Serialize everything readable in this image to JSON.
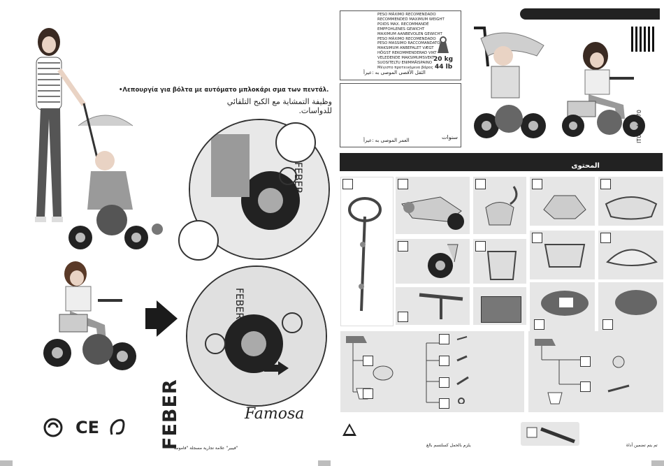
{
  "left": {
    "caption_greek": "•Λεπουργία για βόλτα με αυτόματο μπλοκάρι σμα των πεντάλ.",
    "caption_arabic": "وظيفة التمشاية مع الكبح التلقائي للدواسات.",
    "brand_feber": "FEBER",
    "feber_note": "\"فيبير\" علامة تجارية مسجلة \"فاموسا\"",
    "brand_famosa": "Famosa"
  },
  "right": {
    "warning_lines": [
      "PESO MÁXIMO RECOMENDADO",
      "RECOMMENDED MAXIMUM WEIGHT",
      "POIDS MAX. RECOMMANDÉ",
      "EMPFOHLENES GEWICHT",
      "MAXIMUM AANBEVOLEN GEWICHT",
      "PESO MÁXIMO RECOMENDADO",
      "PESO MASSIMO RACCOMANDATO",
      "MAKSIMUM ANBEFALET VÆGT",
      "HÖGST REKOMMENDERAD VIKT",
      "VELEDENDE MAKSIMUMSVEKT",
      "SUOSITELTU ENIMMÄISPAINO",
      "Μέγιστο προτεινόμενο βάρος"
    ],
    "warning_arabic": "الثقل الأقصى الموصى به :عيرأ",
    "weight_kg": "20 kg",
    "weight_lb": "44 lb",
    "age_arabic": "العمر الموصى به :عيرأ",
    "age_label": "سنوات",
    "product_code": "IT00148470",
    "content_label": "المحتوى",
    "bottom_left_arabic": "يلزم بالحمل كسلتسم بالغ",
    "bottom_right_arabic": "تم يتم تضمين أداة"
  },
  "colors": {
    "dark": "#222222",
    "panel": "#e6e6e6"
  }
}
